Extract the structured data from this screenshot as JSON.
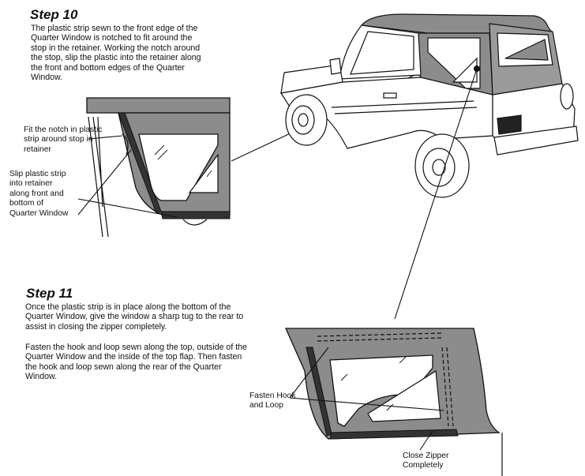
{
  "step10": {
    "title": "Step 10",
    "body_lines": [
      "The plastic strip sewn to the front edge of the",
      "Quarter Window is notched to fit around the",
      "stop in the retainer. Working the notch around",
      "the stop, slip the plastic into the retainer along",
      "the front and bottom edges of the Quarter",
      "Window."
    ],
    "callout_notch_lines": [
      "Fit the notch in plastic",
      "strip around stop in",
      "retainer"
    ],
    "callout_slip_lines": [
      "Slip plastic strip",
      "into retainer",
      "along front and",
      "bottom of",
      "Quarter Window"
    ]
  },
  "step11": {
    "title": "Step  11",
    "para1_lines": [
      "Once the plastic strip is in place along the bottom of the",
      "Quarter Window, give the window a sharp tug to the rear to",
      "assist in closing the zipper completely."
    ],
    "para2_lines": [
      "Fasten the hook and loop sewn along the top, outside of the",
      "Quarter Window and the inside of the top flap. Then fasten",
      "the hook and loop sewn along the rear of the Quarter",
      "Window."
    ],
    "callout_hook_lines": [
      "Fasten Hook",
      "and Loop"
    ],
    "callout_zipper_lines": [
      "Close Zipper",
      "Completely"
    ]
  },
  "colors": {
    "panel_gray": "#8c8c8c",
    "line_black": "#111111",
    "glass_white": "#ffffff"
  }
}
